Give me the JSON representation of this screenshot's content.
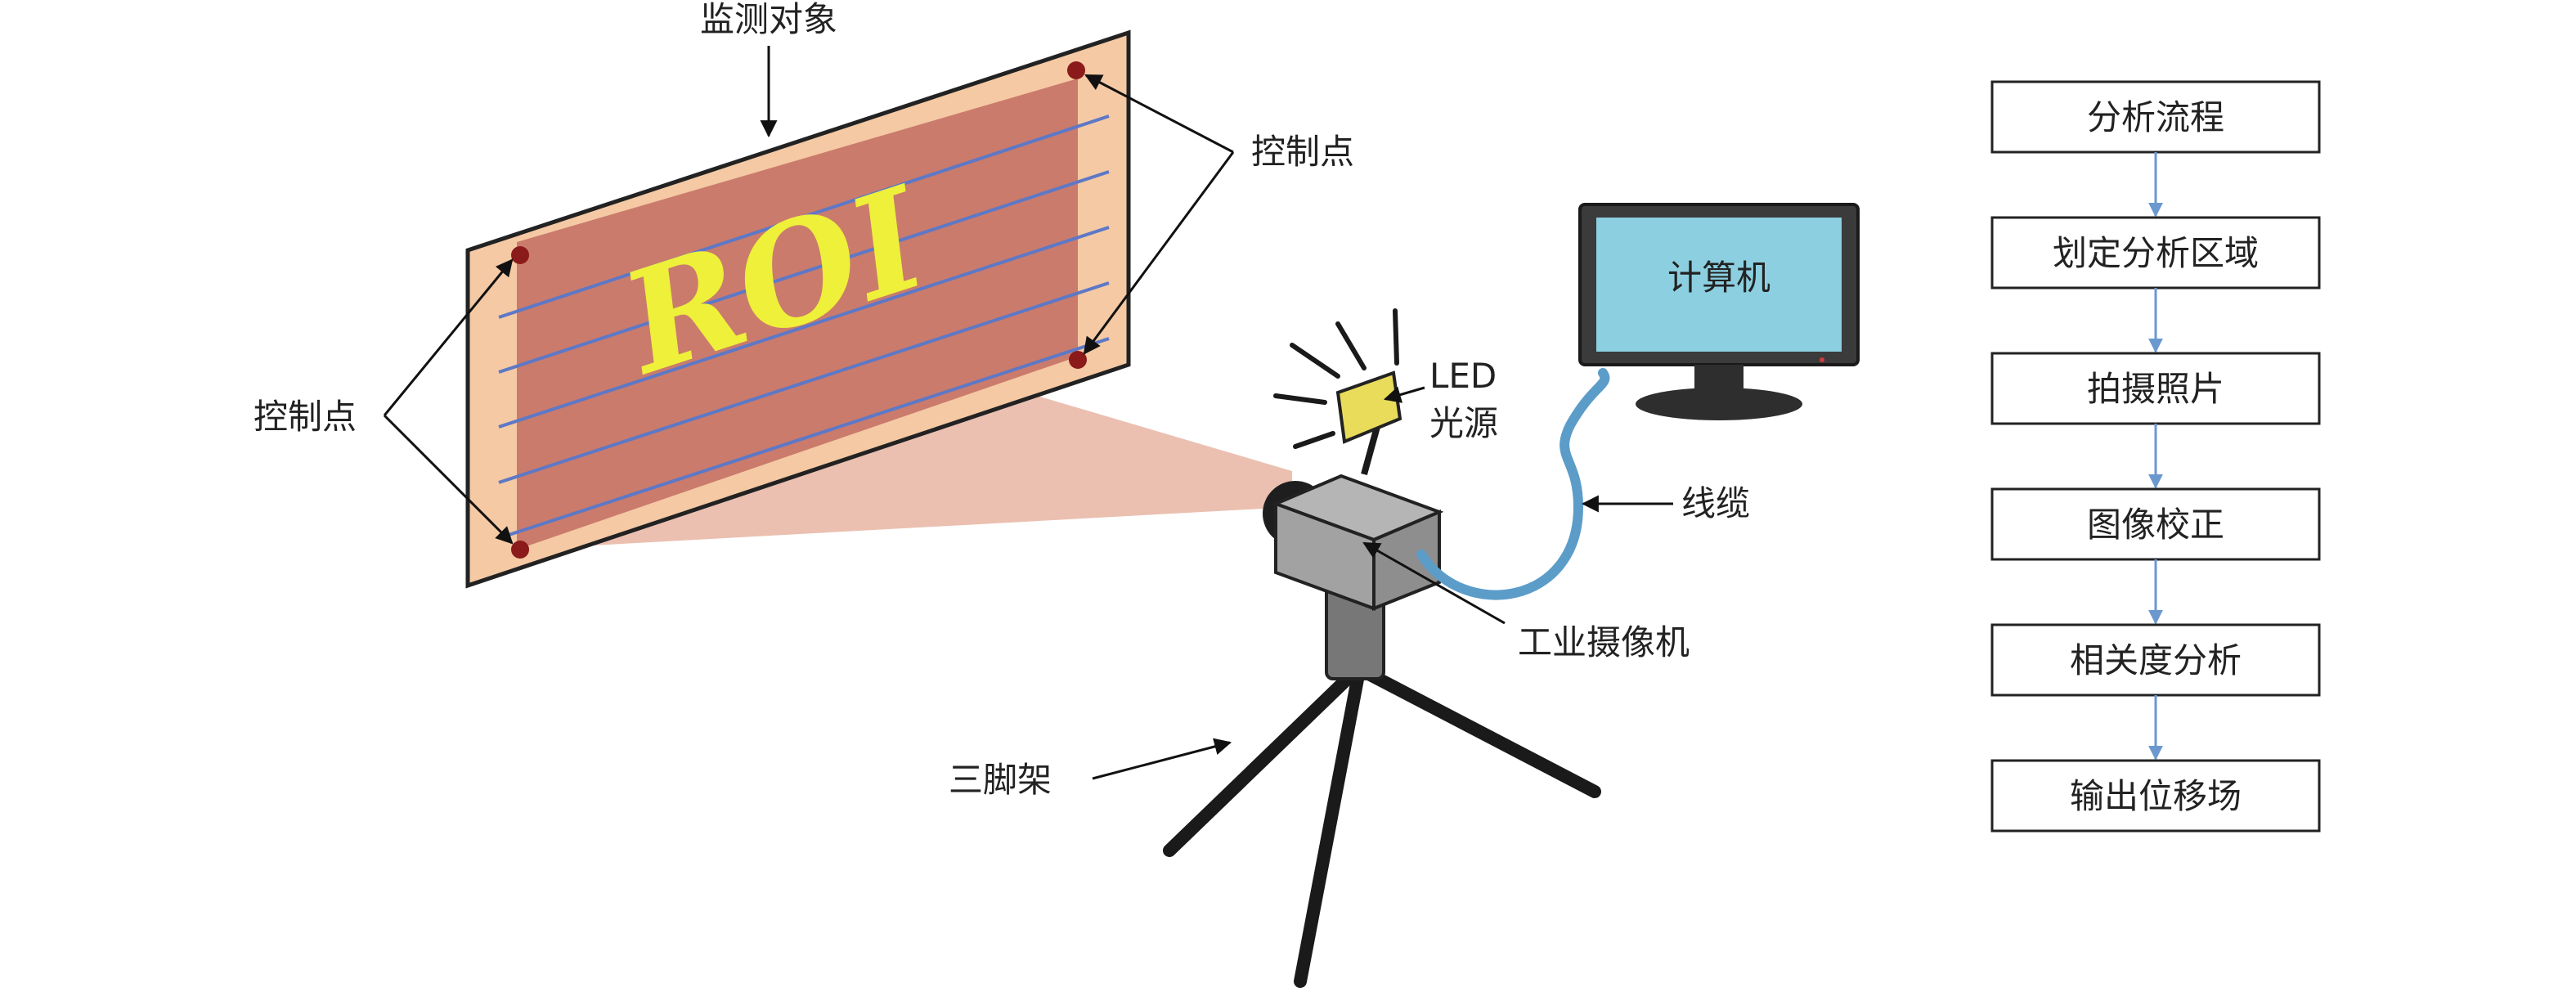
{
  "labels": {
    "object": "监测对象",
    "control_right": "控制点",
    "control_left": "控制点",
    "roi": "ROI",
    "led_line1": "LED",
    "led_line2": "光源",
    "computer": "计算机",
    "cable": "线缆",
    "camera": "工业摄像机",
    "tripod": "三脚架"
  },
  "flow": {
    "steps": [
      "分析流程",
      "划定分析区域",
      "拍摄照片",
      "图像校正",
      "相关度分析",
      "输出位移场"
    ]
  },
  "colors": {
    "panel": "#f4c9a4",
    "roi": "#c57266",
    "roi_text": "#eef03a",
    "grid_line": "#5d78c6",
    "control_point": "#8b1a1a",
    "beam": "#e3a590",
    "screen": "#8ccfe0",
    "cable": "#5b9cc9",
    "led": "#e9dc5b",
    "flow_arrow": "#6a98cf"
  }
}
